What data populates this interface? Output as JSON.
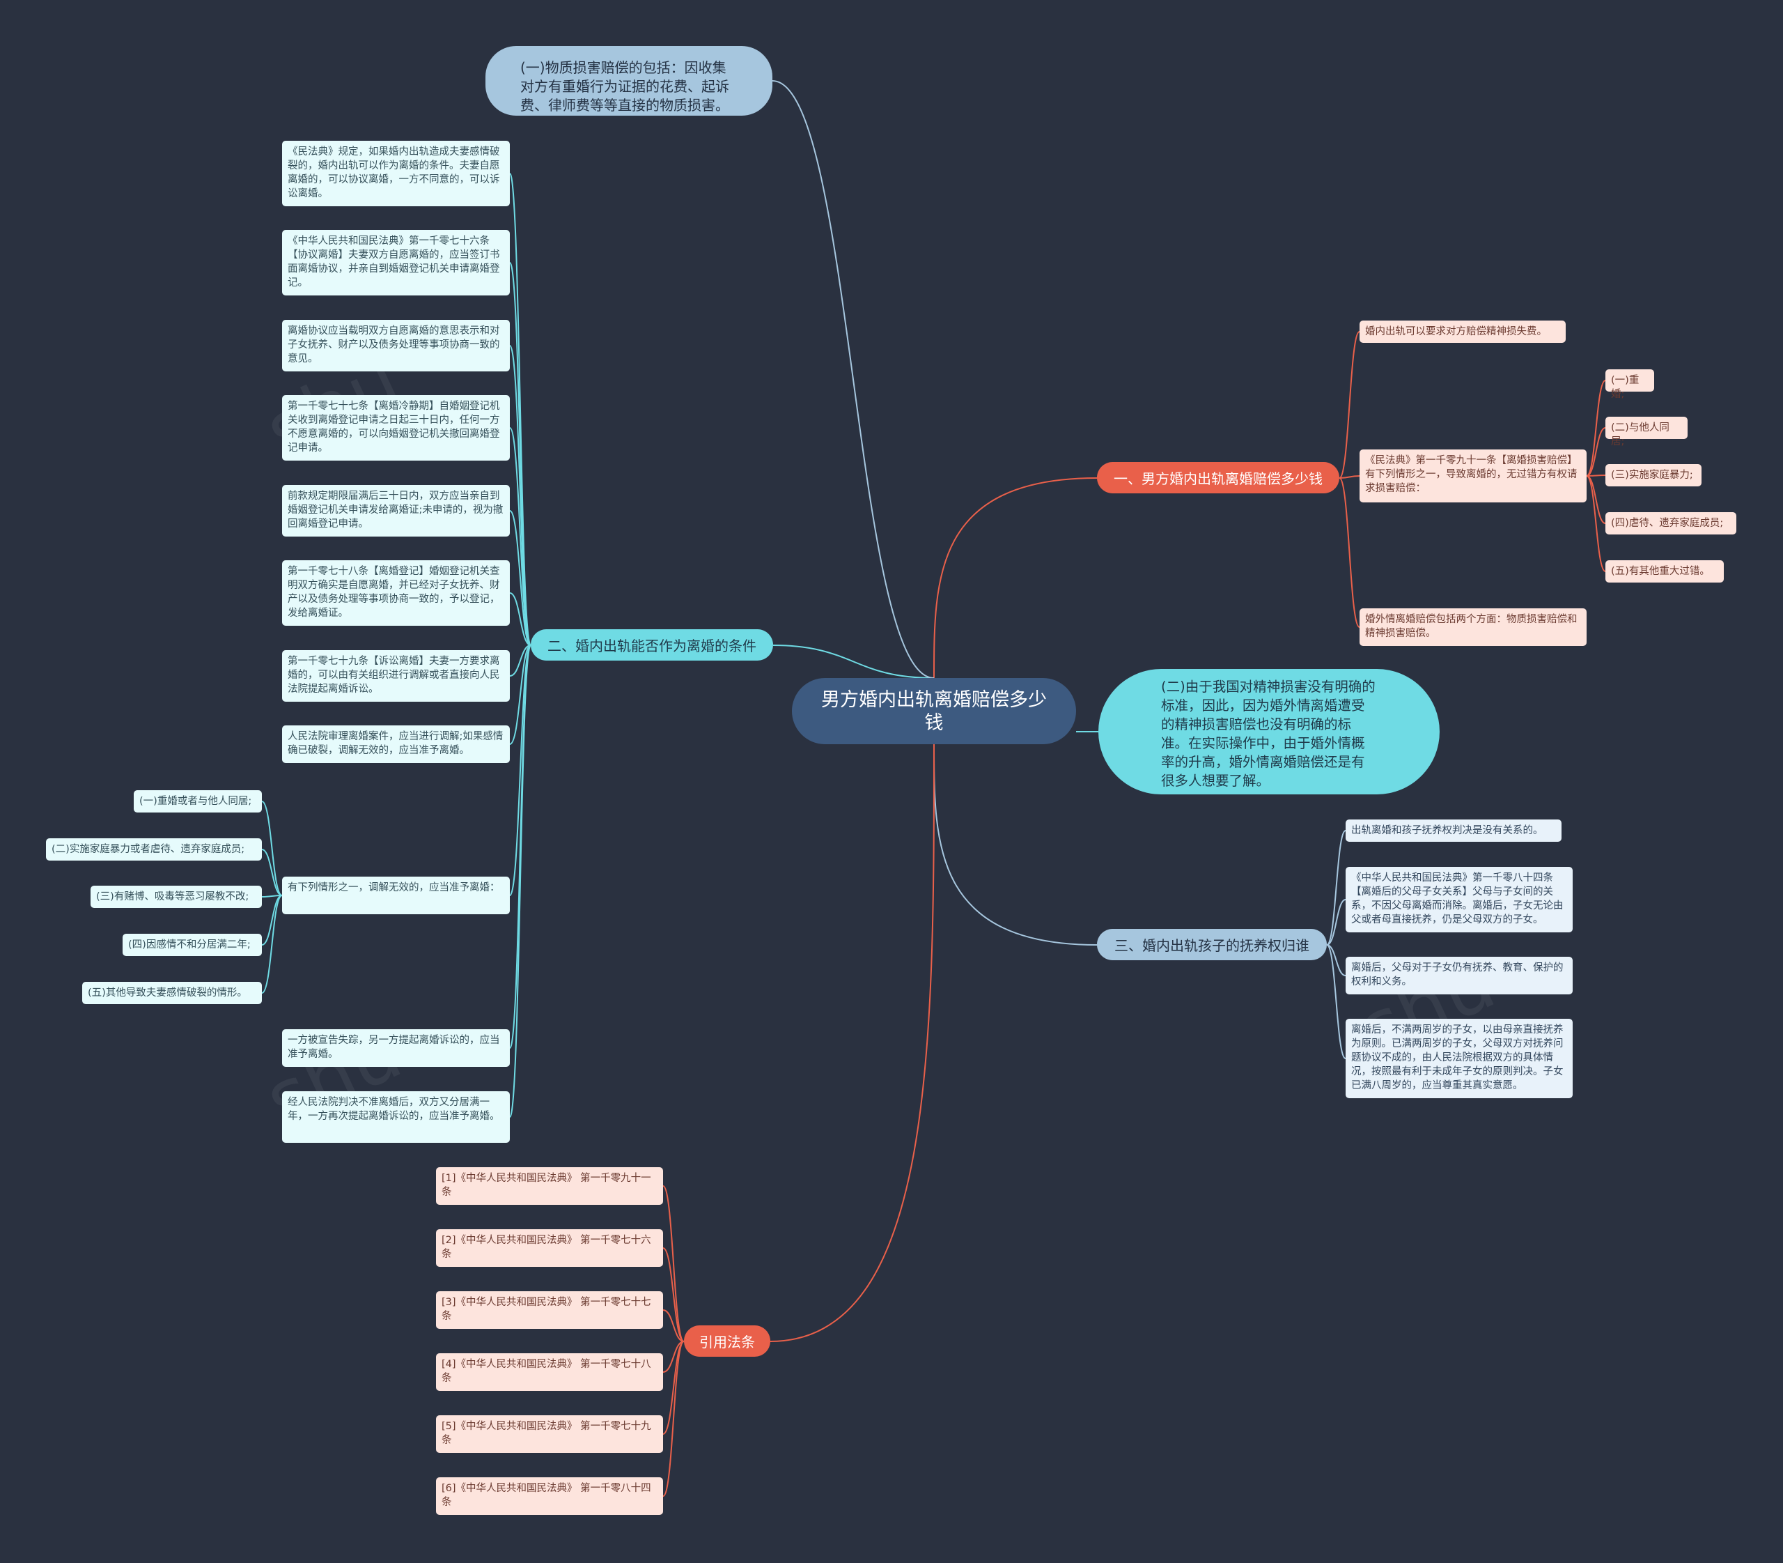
{
  "root": "男方婚内出轨离婚赔偿多少钱",
  "branches": {
    "b1": "一、男方婚内出轨离婚赔偿多少钱",
    "b2": "二、婚内出轨能否作为离婚的条件",
    "b3": "三、婚内出轨孩子的抚养权归谁",
    "b4": "引用法条"
  },
  "big_nodes": {
    "material": "(一)物质损害赔偿的包括：因收集对方有重婚行为证据的花费、起诉费、律师费等等直接的物质损害。",
    "mental": "(二)由于我国对精神损害没有明确的标准，因此，因为婚外情离婚遭受的精神损害赔偿也没有明确的标准。在实际操作中，由于婚外情概率的升高，婚外情离婚赔偿还是有很多人想要了解。"
  },
  "b1_items": [
    "婚内出轨可以要求对方赔偿精神损失费。",
    "《民法典》第一千零九十一条【离婚损害赔偿】有下列情形之一，导致离婚的，无过错方有权请求损害赔偿：",
    "婚外情离婚赔偿包括两个方面：物质损害赔偿和精神损害赔偿。"
  ],
  "b1_sub": [
    "(一)重婚;",
    "(二)与他人同居;",
    "(三)实施家庭暴力;",
    "(四)虐待、遗弃家庭成员;",
    "(五)有其他重大过错。"
  ],
  "b2_items": [
    "《民法典》规定，如果婚内出轨造成夫妻感情破裂的，婚内出轨可以作为离婚的条件。夫妻自愿离婚的，可以协议离婚，一方不同意的，可以诉讼离婚。",
    "《中华人民共和国民法典》第一千零七十六条【协议离婚】夫妻双方自愿离婚的，应当签订书面离婚协议，并亲自到婚姻登记机关申请离婚登记。",
    "离婚协议应当载明双方自愿离婚的意思表示和对子女抚养、财产以及债务处理等事项协商一致的意见。",
    "第一千零七十七条【离婚冷静期】自婚姻登记机关收到离婚登记申请之日起三十日内，任何一方不愿意离婚的，可以向婚姻登记机关撤回离婚登记申请。",
    "前款规定期限届满后三十日内，双方应当亲自到婚姻登记机关申请发给离婚证;未申请的，视为撤回离婚登记申请。",
    "第一千零七十八条【离婚登记】婚姻登记机关查明双方确实是自愿离婚，并已经对子女抚养、财产以及债务处理等事项协商一致的，予以登记，发给离婚证。",
    "第一千零七十九条【诉讼离婚】夫妻一方要求离婚的，可以由有关组织进行调解或者直接向人民法院提起离婚诉讼。",
    "人民法院审理离婚案件，应当进行调解;如果感情确已破裂，调解无效的，应当准予离婚。",
    "有下列情形之一，调解无效的，应当准予离婚：",
    "一方被宣告失踪，另一方提起离婚诉讼的，应当准予离婚。",
    "经人民法院判决不准离婚后，双方又分居满一年，一方再次提起离婚诉讼的，应当准予离婚。"
  ],
  "b2_sub": [
    "(一)重婚或者与他人同居;",
    "(二)实施家庭暴力或者虐待、遗弃家庭成员;",
    "(三)有赌博、吸毒等恶习屡教不改;",
    "(四)因感情不和分居满二年;",
    "(五)其他导致夫妻感情破裂的情形。"
  ],
  "b3_items": [
    "出轨离婚和孩子抚养权判决是没有关系的。",
    "《中华人民共和国民法典》第一千零八十四条【离婚后的父母子女关系】父母与子女间的关系，不因父母离婚而消除。离婚后，子女无论由父或者母直接抚养，仍是父母双方的子女。",
    "离婚后，父母对于子女仍有抚养、教育、保护的权利和义务。",
    "离婚后，不满两周岁的子女，以由母亲直接抚养为原则。已满两周岁的子女，父母双方对抚养问题协议不成的，由人民法院根据双方的具体情况，按照最有利于未成年子女的原则判决。子女已满八周岁的，应当尊重其真实意愿。"
  ],
  "b4_items": [
    "[1]《中华人民共和国民法典》 第一千零九十一条",
    "[2]《中华人民共和国民法典》 第一千零七十六条",
    "[3]《中华人民共和国民法典》 第一千零七十七条",
    "[4]《中华人民共和国民法典》 第一千零七十八条",
    "[5]《中华人民共和国民法典》 第一千零七十九条",
    "[6]《中华人民共和国民法典》 第一千零八十四条"
  ],
  "colors": {
    "background": "#2a3140",
    "root": "#3d5a80",
    "orange": "#e9604a",
    "cyan": "#6fdbe4",
    "blue": "#a6c6de"
  }
}
